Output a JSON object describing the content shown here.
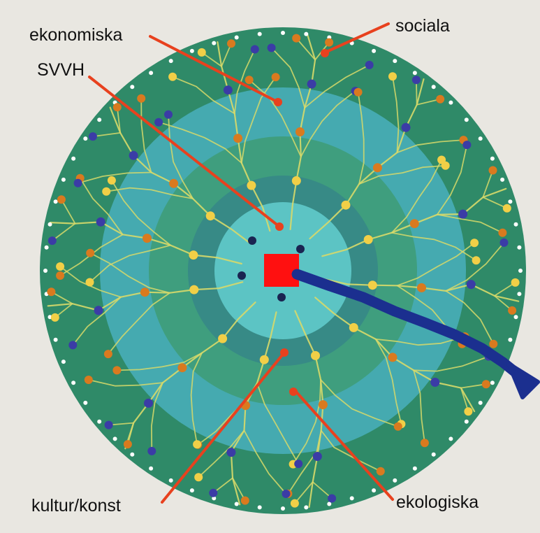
{
  "labels": {
    "ekonomiska": "ekonomiska",
    "sociala": "sociala",
    "svvh": "SVVH",
    "kultur": "kultur/konst",
    "ekologiska": "ekologiska"
  },
  "colors": {
    "background": "#e9e7e1",
    "outer_ring": "#2f8a68",
    "ring_2": "#45aab0",
    "ring_3": "#3f9e7e",
    "ring_4": "#378a86",
    "center": "#5cc4c4",
    "center_square": "#ff1010",
    "arrow": "#1b2f8f",
    "branch": "#d7d96a",
    "node_yellow": "#f1cf47",
    "node_orange": "#d97a1f",
    "node_blue": "#3b3ca6",
    "node_dark": "#1a2451",
    "edge_dots": "#ffffff",
    "pointer_lines": "#e8411e"
  }
}
